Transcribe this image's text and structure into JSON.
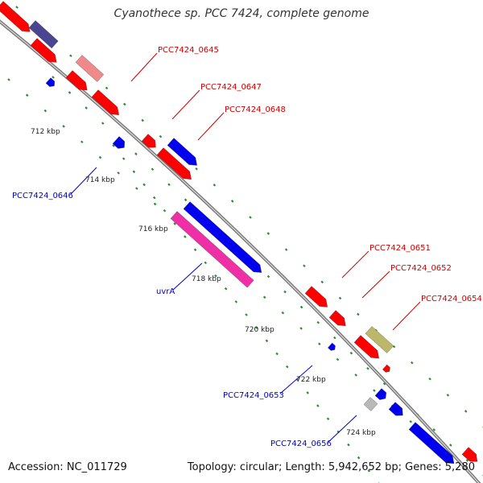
{
  "title": "Cyanothece sp. PCC 7424, complete genome",
  "footer": {
    "accession": "Accession: NC_011729",
    "summary": "Topology: circular; Length: 5,942,652 bp; Genes: 5,280"
  },
  "colors": {
    "backbone": "#7a7a7a",
    "tick": "#2e8b2e",
    "forward_gene": "#ff0000",
    "reverse_gene": "#0000ee",
    "rna_gene": "#ee2fa6",
    "pseudo_gene": "#bdb76b",
    "other_gene": "#b9b9b9",
    "faded_gene": "#f08a8a",
    "purple_gene": "#4a4590",
    "forward_label": "#cc0000",
    "reverse_label": "#0000cc"
  },
  "kbp_ticks": [
    "712 kbp",
    "714 kbp",
    "716 kbp",
    "718 kbp",
    "720 kbp",
    "722 kbp",
    "724 kbp"
  ],
  "gene_labels": [
    {
      "text": "PCC7424_0645",
      "strand": "forward"
    },
    {
      "text": "PCC7424_0647",
      "strand": "forward"
    },
    {
      "text": "PCC7424_0648",
      "strand": "forward"
    },
    {
      "text": "PCC7424_0651",
      "strand": "forward"
    },
    {
      "text": "PCC7424_0652",
      "strand": "forward"
    },
    {
      "text": "PCC7424_0654",
      "strand": "forward"
    },
    {
      "text": "PCC7424_0646",
      "strand": "reverse"
    },
    {
      "text": "uvrA",
      "strand": "reverse"
    },
    {
      "text": "PCC7424_0653",
      "strand": "reverse"
    },
    {
      "text": "PCC7424_0656",
      "strand": "reverse"
    }
  ]
}
